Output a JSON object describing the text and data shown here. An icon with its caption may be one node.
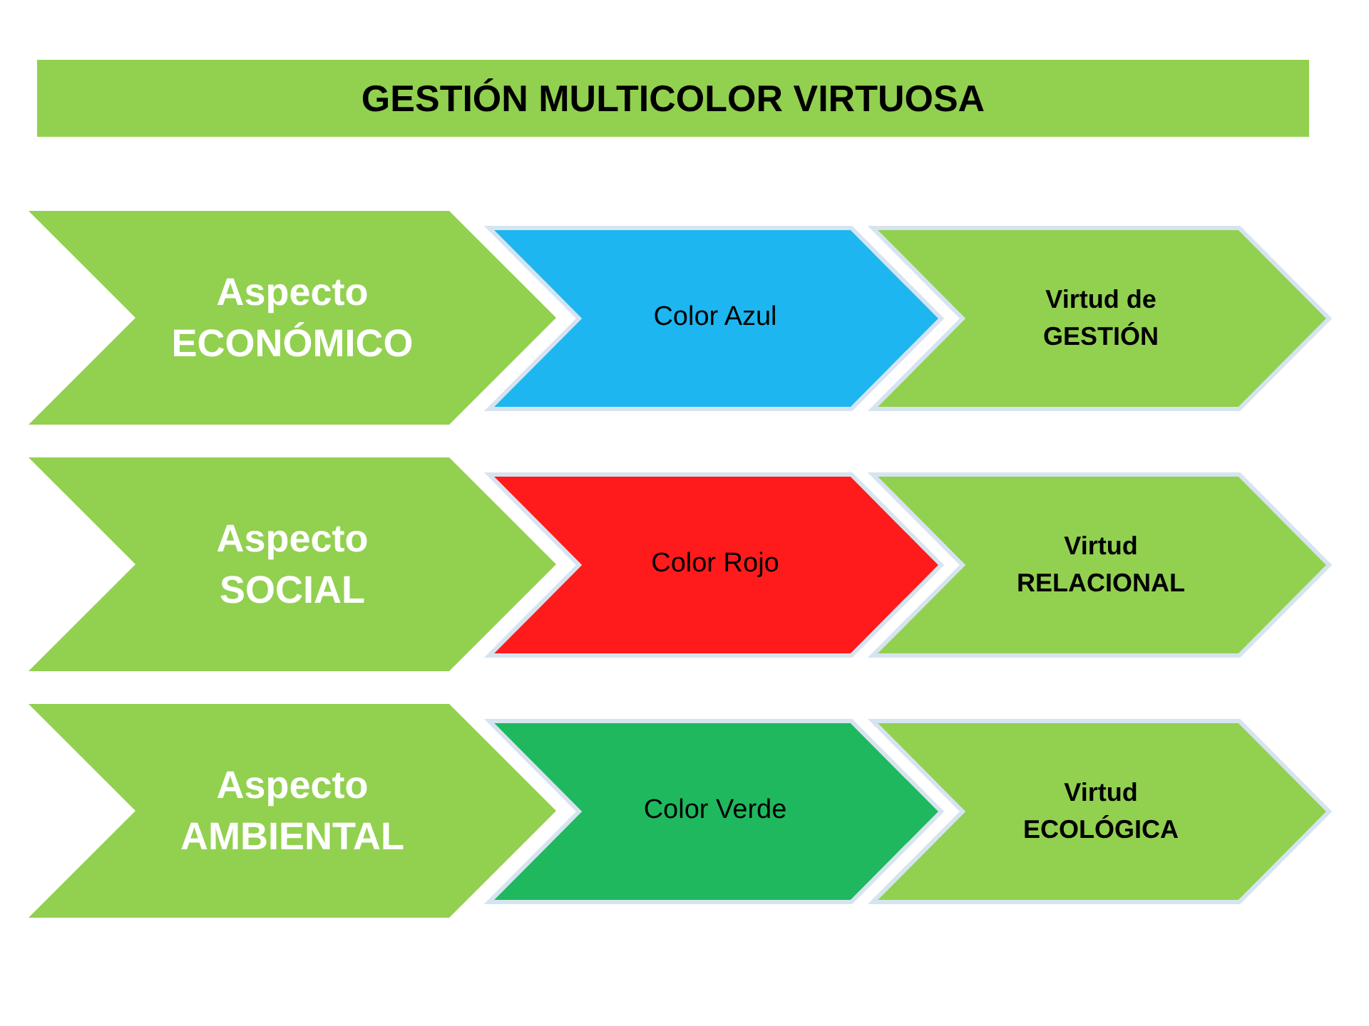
{
  "diagram": {
    "title": "GESTIÓN MULTICOLOR VIRTUOSA",
    "nodes": [
      {
        "text": [
          "Aspecto ECONÓMICO"
        ]
      },
      {
        "text": [
          "Color Azul"
        ]
      },
      {
        "text": [
          "Virtud de GESTIÓN"
        ]
      },
      {
        "text": [
          "Aspecto SOCIAL"
        ]
      },
      {
        "text": [
          "Color Rojo"
        ]
      },
      {
        "text": [
          "Virtud RELACIONAL"
        ]
      },
      {
        "text": [
          "Aspecto AMBIENTAL"
        ]
      },
      {
        "text": [
          "Color Verde"
        ]
      },
      {
        "text": [
          "Virtud ECOLÓGICA"
        ]
      }
    ]
  }
}
